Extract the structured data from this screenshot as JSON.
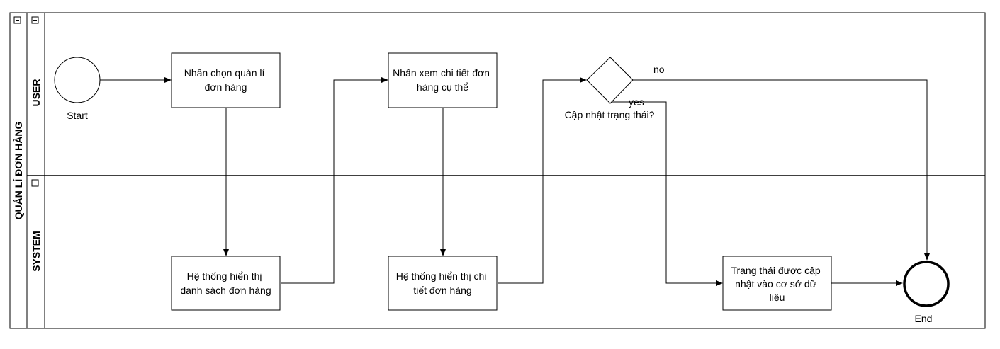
{
  "pool": {
    "title": "QUẢN LÍ ĐƠN HÀNG"
  },
  "lanes": {
    "user": "USER",
    "system": "SYSTEM"
  },
  "events": {
    "start": "Start",
    "end": "End"
  },
  "tasks": {
    "user_select": [
      "Nhấn chọn quản lí",
      "đơn hàng"
    ],
    "user_view": [
      "Nhấn xem chi tiết đơn",
      "hàng cụ thể"
    ],
    "sys_list": [
      "Hệ thống hiển thị",
      "danh sách đơn hàng"
    ],
    "sys_detail": [
      "Hệ thống hiển thị chi",
      "tiết đơn hàng"
    ],
    "sys_update": [
      "Trạng thái được cập",
      "nhật vào cơ sở dữ",
      "liệu"
    ]
  },
  "gateway": {
    "question": "Cập nhật trạng thái?",
    "yes": "yes",
    "no": "no"
  },
  "collapse_glyph": "−"
}
